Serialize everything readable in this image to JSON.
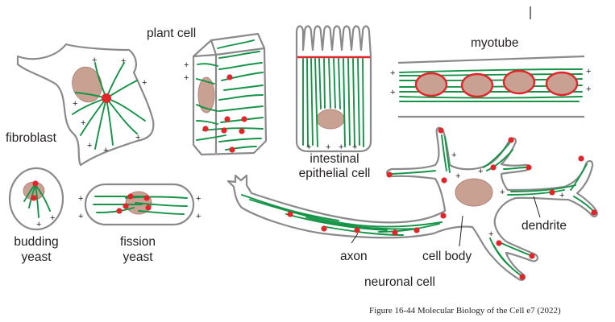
{
  "labels": {
    "fibroblast": "fibroblast",
    "plant_cell": "plant cell",
    "intestinal_1": "intestinal",
    "intestinal_2": "epithelial cell",
    "myotube": "myotube",
    "budding_1": "budding",
    "budding_2": "yeast",
    "fission_1": "fission",
    "fission_2": "yeast",
    "axon": "axon",
    "cell_body": "cell body",
    "dendrite": "dendrite",
    "neuronal_cell": "neuronal cell"
  },
  "plus_sign": "+",
  "caption": "Figure 16-44 Molecular Biology of the Cell e7 (2022)",
  "colors": {
    "microtubule": "#159447",
    "centrosome": "#e0252b",
    "nucleus": "#c9a193",
    "membrane": "#8a8a8a"
  }
}
